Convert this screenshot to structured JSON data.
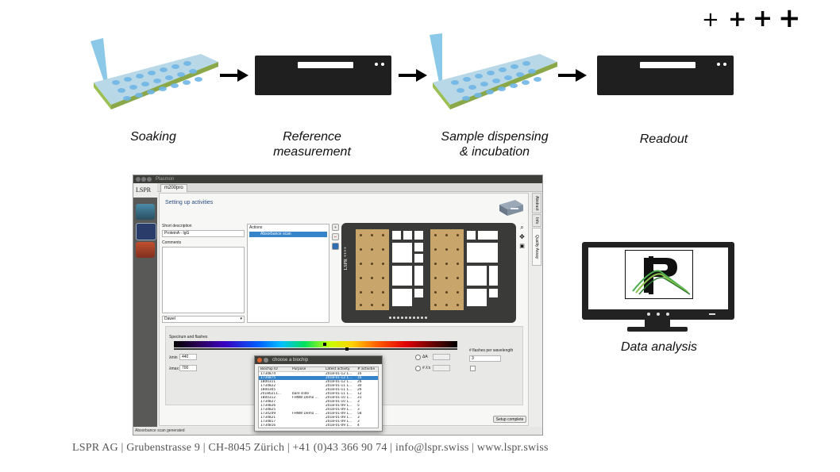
{
  "workflow": {
    "steps": [
      {
        "label_line1": "Soaking",
        "label_line2": ""
      },
      {
        "label_line1": "Reference",
        "label_line2": "measurement"
      },
      {
        "label_line1": "Sample dispensing",
        "label_line2": "& incubation"
      },
      {
        "label_line1": "Readout",
        "label_line2": ""
      }
    ]
  },
  "brand": {
    "plus_marks": [
      "+",
      "+",
      "+",
      "+"
    ]
  },
  "app": {
    "window_title": "Plasmon",
    "logo": "LSPR",
    "tab": "m200pro",
    "heading": "Setting up activities",
    "short_description_label": "Short description",
    "short_description_value": "ProteinA - IgG",
    "comments_label": "Comments",
    "dropdown_value": "Dawel",
    "actions_label": "Actions",
    "action_selected": "Absorbance scan",
    "side_tabs": [
      "Abstract",
      "Info",
      "Quality Assay"
    ],
    "plate_label": "LSPR ++++",
    "spectrum_title": "Spectrum and flashes",
    "lambda_min_label": "λmin",
    "lambda_min_value": "440",
    "lambda_max_label": "λmax",
    "lambda_max_value": "700",
    "delta_label": "ΔA",
    "option2_label": "# λ's",
    "flashes_label": "# flashes per wavelength",
    "flashes_value": "3",
    "setup_button": "Setup complete",
    "status": "Absorbance scan generated"
  },
  "dialog": {
    "title": "choose a biochip",
    "headers": [
      "Biochip ID",
      "Purpose",
      "Latest activity",
      "# activitie"
    ],
    "rows": [
      [
        "1734874",
        "",
        "2018-01-12 1...",
        "16"
      ],
      [
        "1734875",
        "",
        "2018-01-12 1...",
        "16"
      ],
      [
        "1800311",
        "",
        "2018-01-12 1...",
        "26"
      ],
      [
        "1734822",
        "",
        "2018-01-11 1...",
        "30"
      ],
      [
        "1800305",
        "",
        "2018-01-11 1...",
        "26"
      ],
      [
        "20180211...",
        "bare slide",
        "2018-01-11 1...",
        "12"
      ],
      [
        "1800312",
        "FHNW Demo ...",
        "2018-01-10 1...",
        "31"
      ],
      [
        "1734827",
        "",
        "2018-01-10 1...",
        "3"
      ],
      [
        "1734826",
        "",
        "2018-01-09 1...",
        "5"
      ],
      [
        "1734825",
        "",
        "2018-01-09 1...",
        "3"
      ],
      [
        "1734209",
        "FHNW Demo ...",
        "2018-01-09 1...",
        "58"
      ],
      [
        "1734821",
        "",
        "2018-01-09 1...",
        "3"
      ],
      [
        "1734817",
        "",
        "2018-01-09 1...",
        "3"
      ],
      [
        "1734816",
        "",
        "2018-01-09 1...",
        "4"
      ]
    ]
  },
  "data_analysis_label": "Data analysis",
  "footer": "LSPR AG | Grubenstrasse 9 | CH-8045 Zürich | +41 (0)43 366 90 74 | info@lspr.swiss | www.lspr.swiss"
}
